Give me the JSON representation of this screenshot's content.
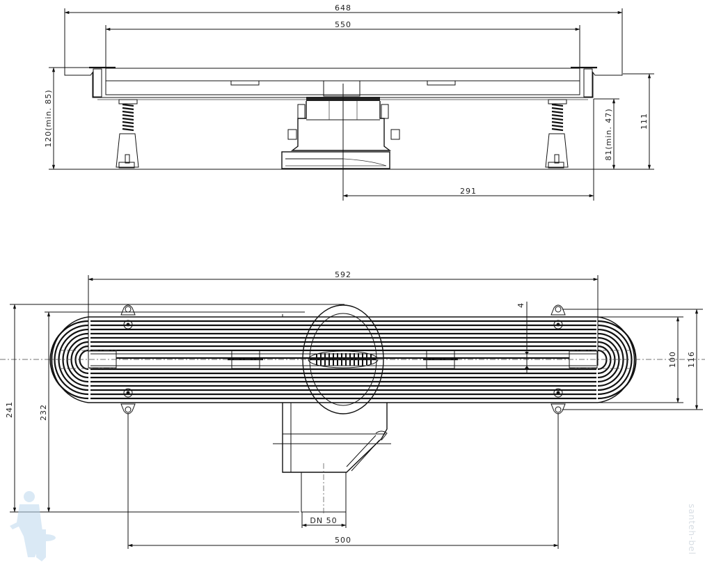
{
  "drawing": {
    "subject": "Linear shower drain technical drawing",
    "side_view": {
      "dimensions": {
        "overall_width": "648",
        "grate_width": "550",
        "total_height": "120(min. 85)",
        "leg_height": "81(min. 47)",
        "frame_height": "111",
        "outlet_offset": "291"
      }
    },
    "top_view": {
      "dimensions": {
        "channel_length": "592",
        "bracket_spacing": "500",
        "total_depth": "241",
        "outlet_depth": "232",
        "grate_gap": "4",
        "channel_width": "100",
        "bracket_width": "116",
        "outlet_diameter": "DN 50"
      }
    },
    "watermark": {
      "text": "santeh-bel",
      "mascot": "plumber-with-toilet"
    },
    "colors": {
      "line": "#111111",
      "background": "#ffffff",
      "watermark": "#bcd8ee"
    }
  }
}
